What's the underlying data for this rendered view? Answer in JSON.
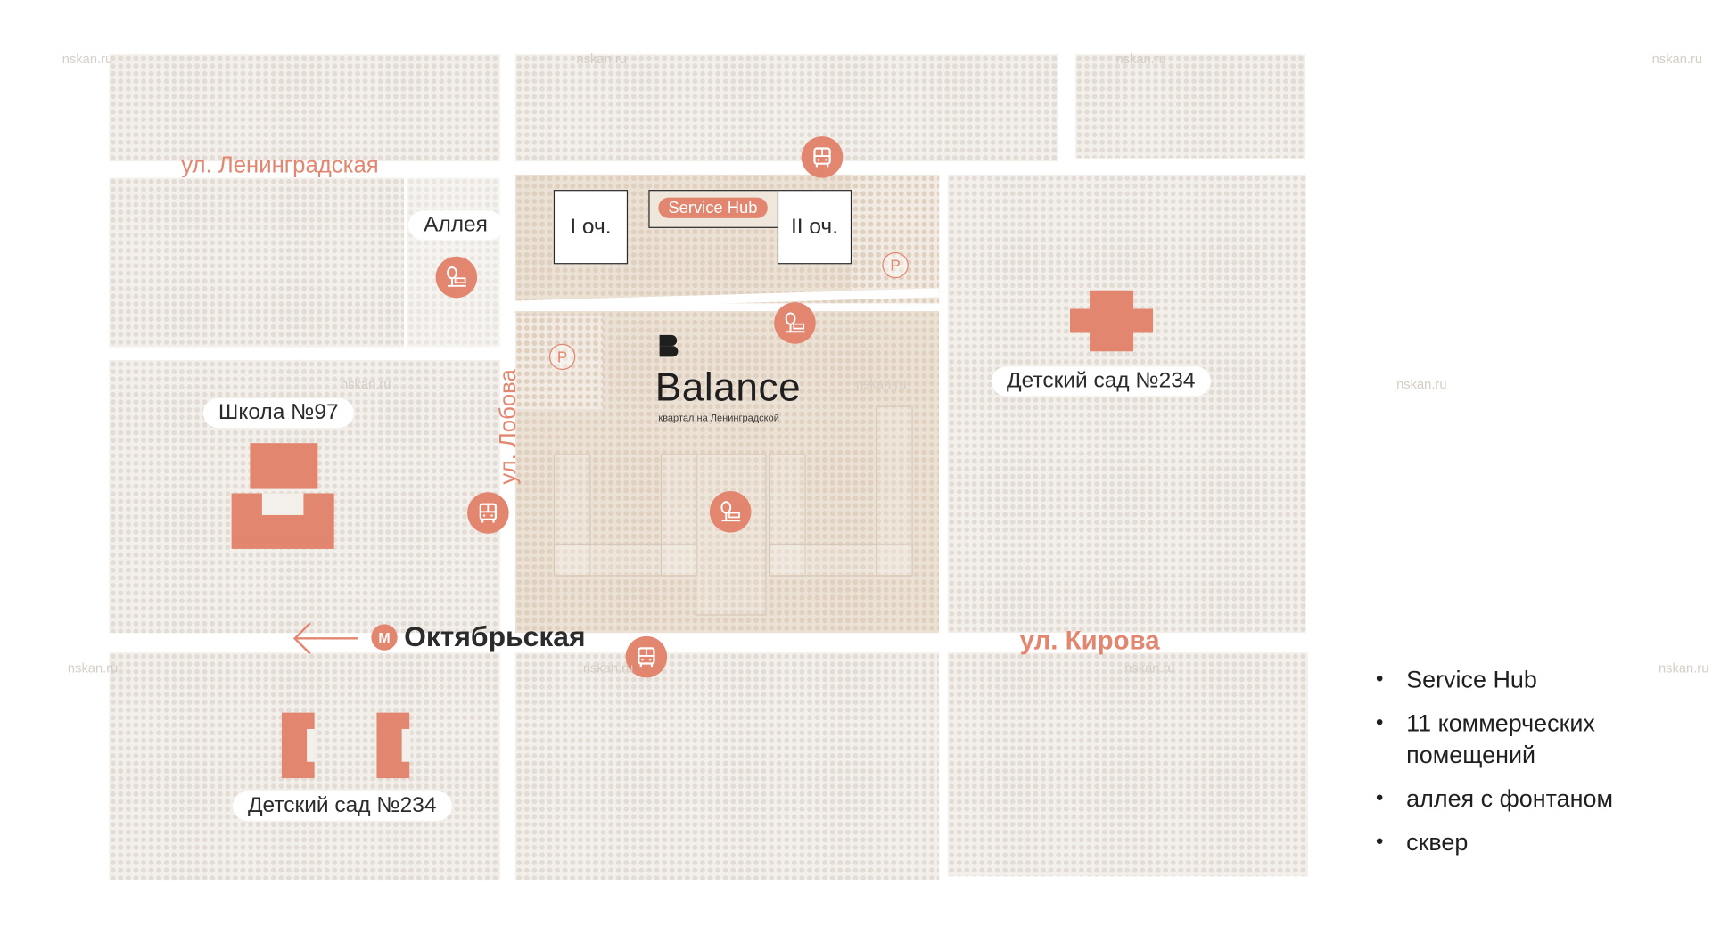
{
  "map": {
    "brand": {
      "name": "Balance",
      "subtitle": "квартал на Ленинградской"
    },
    "phases": {
      "first": "I оч.",
      "second": "II оч."
    },
    "service_hub_label": "Service Hub",
    "streets": {
      "leningradskaya": "ул. Ленинградская",
      "lobova": "ул. Лобова",
      "kirova": "ул. Кирова"
    },
    "places": {
      "alley": "Аллея",
      "school": "Школа №97",
      "kindergarten_east": "Детский сад №234",
      "kindergarten_south": "Детский сад №234"
    },
    "metro": {
      "badge": "М",
      "name": "Октябрьская"
    },
    "parking_symbol": "P",
    "watermark": "nskan.ru",
    "icons": [
      "bus-icon",
      "park-bench-icon",
      "parking-icon",
      "metro-icon",
      "arrow-left-icon",
      "brand-logo-icon"
    ],
    "colors": {
      "accent": "#e38670",
      "block": "#f3efeb",
      "site": "#ece1d5",
      "text": "#2b2b2b"
    }
  },
  "legend": {
    "items": [
      "Service Hub",
      "11 коммерческих помещений",
      "аллея с фонтаном",
      "сквер"
    ]
  }
}
